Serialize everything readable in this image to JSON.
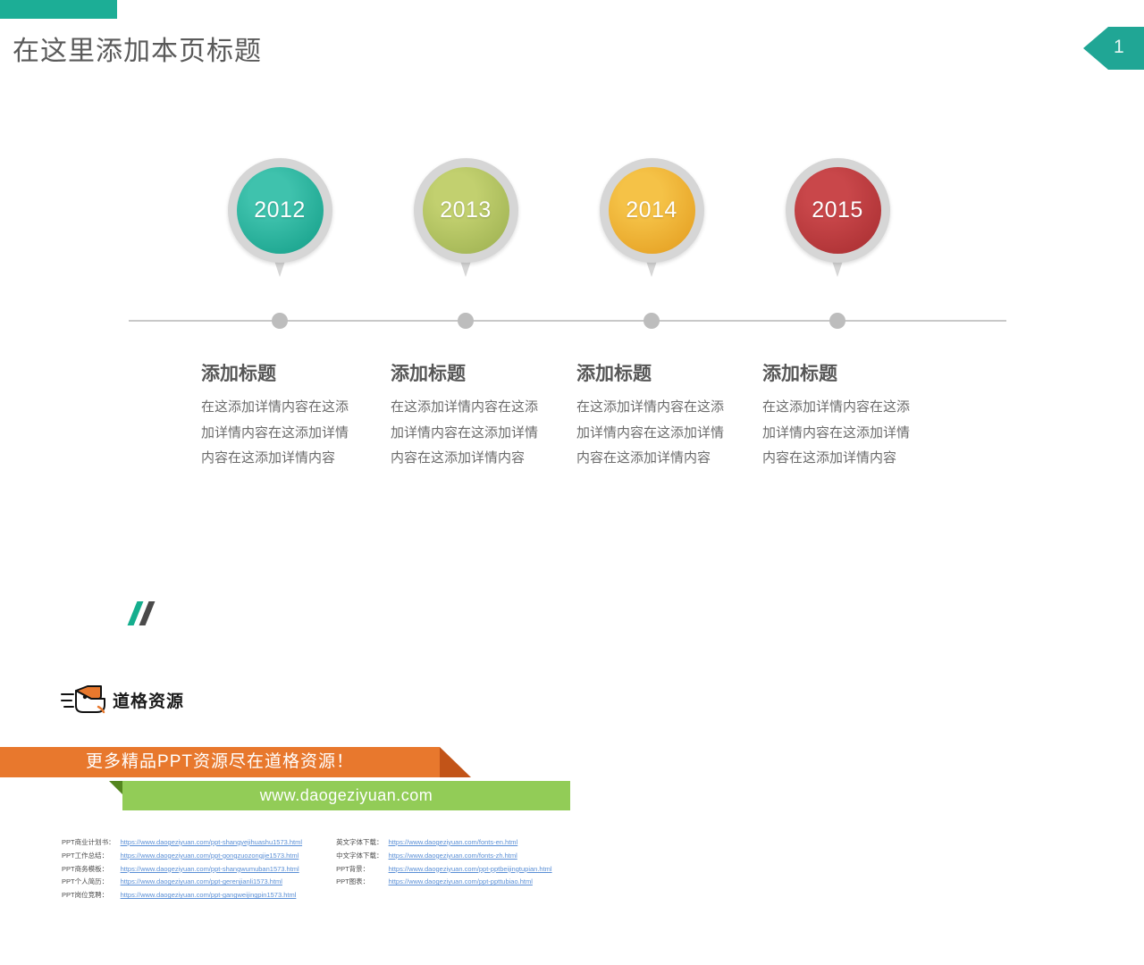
{
  "header": {
    "title": "在这里添加本页标题",
    "accent_color": "#1cae96",
    "page_number": "1"
  },
  "timeline": {
    "markers": [
      {
        "year": "2012",
        "color_light": "#3fc2ad",
        "color_dark": "#119c86"
      },
      {
        "year": "2013",
        "color_light": "#c2d06f",
        "color_dark": "#9aae4e"
      },
      {
        "year": "2014",
        "color_light": "#f5c247",
        "color_dark": "#e29a1c"
      },
      {
        "year": "2015",
        "color_light": "#c9474a",
        "color_dark": "#a62c2f"
      }
    ],
    "columns": [
      {
        "title": "添加标题",
        "body": "在这添加详情内容在这添加详情内容在这添加详情内容在这添加详情内容"
      },
      {
        "title": "添加标题",
        "body": "在这添加详情内容在这添加详情内容在这添加详情内容在这添加详情内容"
      },
      {
        "title": "添加标题",
        "body": "在这添加详情内容在这添加详情内容在这添加详情内容在这添加详情内容"
      },
      {
        "title": "添加标题",
        "body": "在这添加详情内容在这添加详情内容在这添加详情内容在这添加详情内容"
      }
    ]
  },
  "footer": {
    "logo_text": "道格资源",
    "ribbon_orange_text": "更多精品PPT资源尽在道格资源！",
    "ribbon_green_text": "www.daogeziyuan.com",
    "ribbon_orange_color": "#e8782d",
    "ribbon_green_color": "#92cc57",
    "links_left": [
      {
        "label": "PPT商业计划书：",
        "url": "https://www.daogeziyuan.com/ppt-shangyejihuashu1573.html"
      },
      {
        "label": "PPT工作总结：",
        "url": "https://www.daogeziyuan.com/ppt-gongzuozongjie1573.html"
      },
      {
        "label": "PPT商务模板：",
        "url": "https://www.daogeziyuan.com/ppt-shangwumuban1573.html"
      },
      {
        "label": "PPT个人简历：",
        "url": "https://www.daogeziyuan.com/ppt-gerenjianli1573.html"
      },
      {
        "label": "PPT岗位竞聘：",
        "url": "https://www.daogeziyuan.com/ppt-gangweijingpin1573.html"
      }
    ],
    "links_right": [
      {
        "label": "英文字体下载：",
        "url": "https://www.daogeziyuan.com/fonts-en.html"
      },
      {
        "label": "中文字体下载：",
        "url": "https://www.daogeziyuan.com/fonts-zh.html"
      },
      {
        "label": "PPT背景：",
        "url": "https://www.daogeziyuan.com/ppt-pptbeijingtupian.html"
      },
      {
        "label": "PPT图表：",
        "url": "https://www.daogeziyuan.com/ppt-ppttubiao.html"
      },
      {
        "label": "",
        "url": ""
      }
    ]
  }
}
